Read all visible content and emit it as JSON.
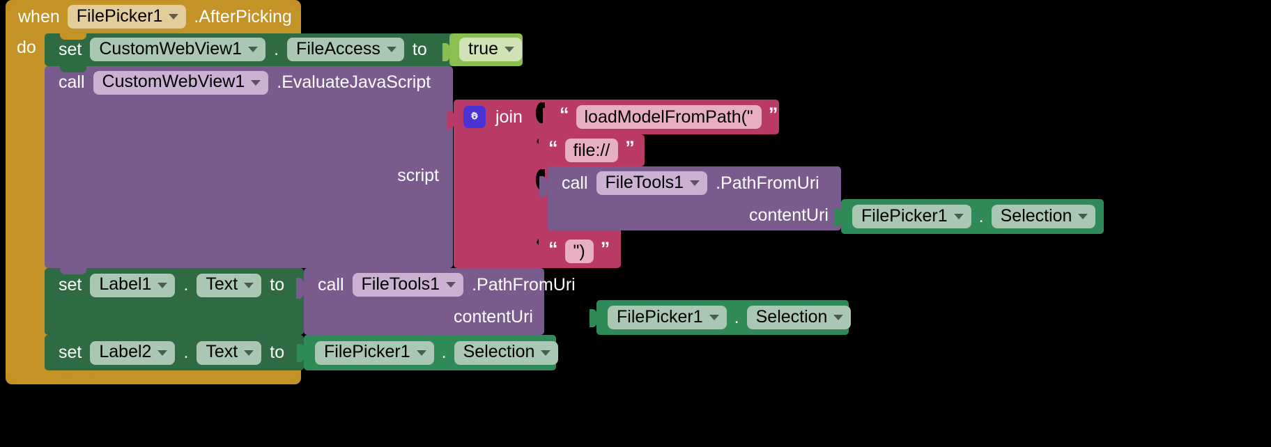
{
  "blocks": {
    "event": {
      "when": "when",
      "component": "FilePicker1",
      "event": ".AfterPicking",
      "do": "do",
      "color": "#c39327"
    },
    "set_fileaccess": {
      "set": "set",
      "component": "CustomWebView1",
      "dot": ".",
      "property": "FileAccess",
      "to": "to",
      "color": "#2e6b42"
    },
    "logic_true": {
      "value": "true",
      "color": "#8bbf52"
    },
    "call_evaljs": {
      "call": "call",
      "component": "CustomWebView1",
      "method": ".EvaluateJavaScript",
      "arg_label": "script",
      "color": "#7a5b8e"
    },
    "join": {
      "label": "join",
      "mutator_icon": "gear-icon",
      "color": "#b93a66",
      "args": [
        {
          "type": "text",
          "value": "loadModelFromPath(\""
        },
        {
          "type": "text",
          "value": "file://"
        },
        {
          "type": "call"
        },
        {
          "type": "text",
          "value": "\")"
        }
      ]
    },
    "call_pathfromuri_1": {
      "call": "call",
      "component": "FileTools1",
      "method": ".PathFromUri",
      "arg_label": "contentUri",
      "color": "#7a5b8e"
    },
    "getter_selection_1": {
      "component": "FilePicker1",
      "dot": ".",
      "property": "Selection",
      "color": "#2e8b57"
    },
    "set_label1": {
      "set": "set",
      "component": "Label1",
      "dot": ".",
      "property": "Text",
      "to": "to",
      "color": "#2e6b42"
    },
    "call_pathfromuri_2": {
      "call": "call",
      "component": "FileTools1",
      "method": ".PathFromUri",
      "arg_label": "contentUri",
      "color": "#7a5b8e"
    },
    "getter_selection_2": {
      "component": "FilePicker1",
      "dot": ".",
      "property": "Selection",
      "color": "#2e8b57"
    },
    "set_label2": {
      "set": "set",
      "component": "Label2",
      "dot": ".",
      "property": "Text",
      "to": "to",
      "color": "#2e6b42"
    },
    "getter_selection_3": {
      "component": "FilePicker1",
      "dot": ".",
      "property": "Selection",
      "color": "#2e8b57"
    }
  },
  "symbols": {
    "open_quote": "“",
    "close_quote": "”"
  }
}
